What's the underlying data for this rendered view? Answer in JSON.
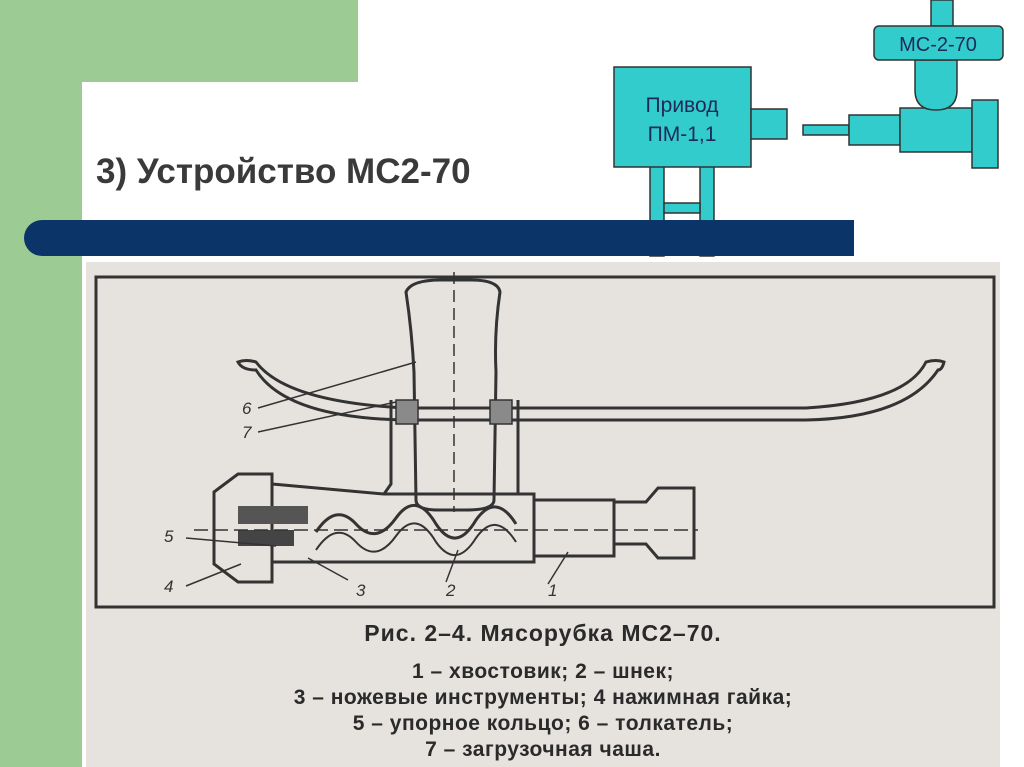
{
  "slide": {
    "title": "3) Устройство МС2-70"
  },
  "schema": {
    "drive_label_line1": "Привод",
    "drive_label_line2": "ПМ-1,1",
    "machine_label": "МС-2-70",
    "accent_color": "#33cccc"
  },
  "figure": {
    "callouts": [
      "6",
      "7",
      "5",
      "4",
      "3",
      "2",
      "1"
    ],
    "caption": "Рис. 2–4. Мясорубка МС2–70.",
    "legend": [
      "1 – хвостовик; 2 – шнек;",
      "3 – ножевые инструменты; 4  нажимная гайка;",
      "5 – упорное кольцо; 6 – толкатель;",
      "7 – загрузочная чаша."
    ]
  },
  "colors": {
    "green": "#9dcb94",
    "navy": "#0b3468",
    "teal": "#33cccc"
  }
}
